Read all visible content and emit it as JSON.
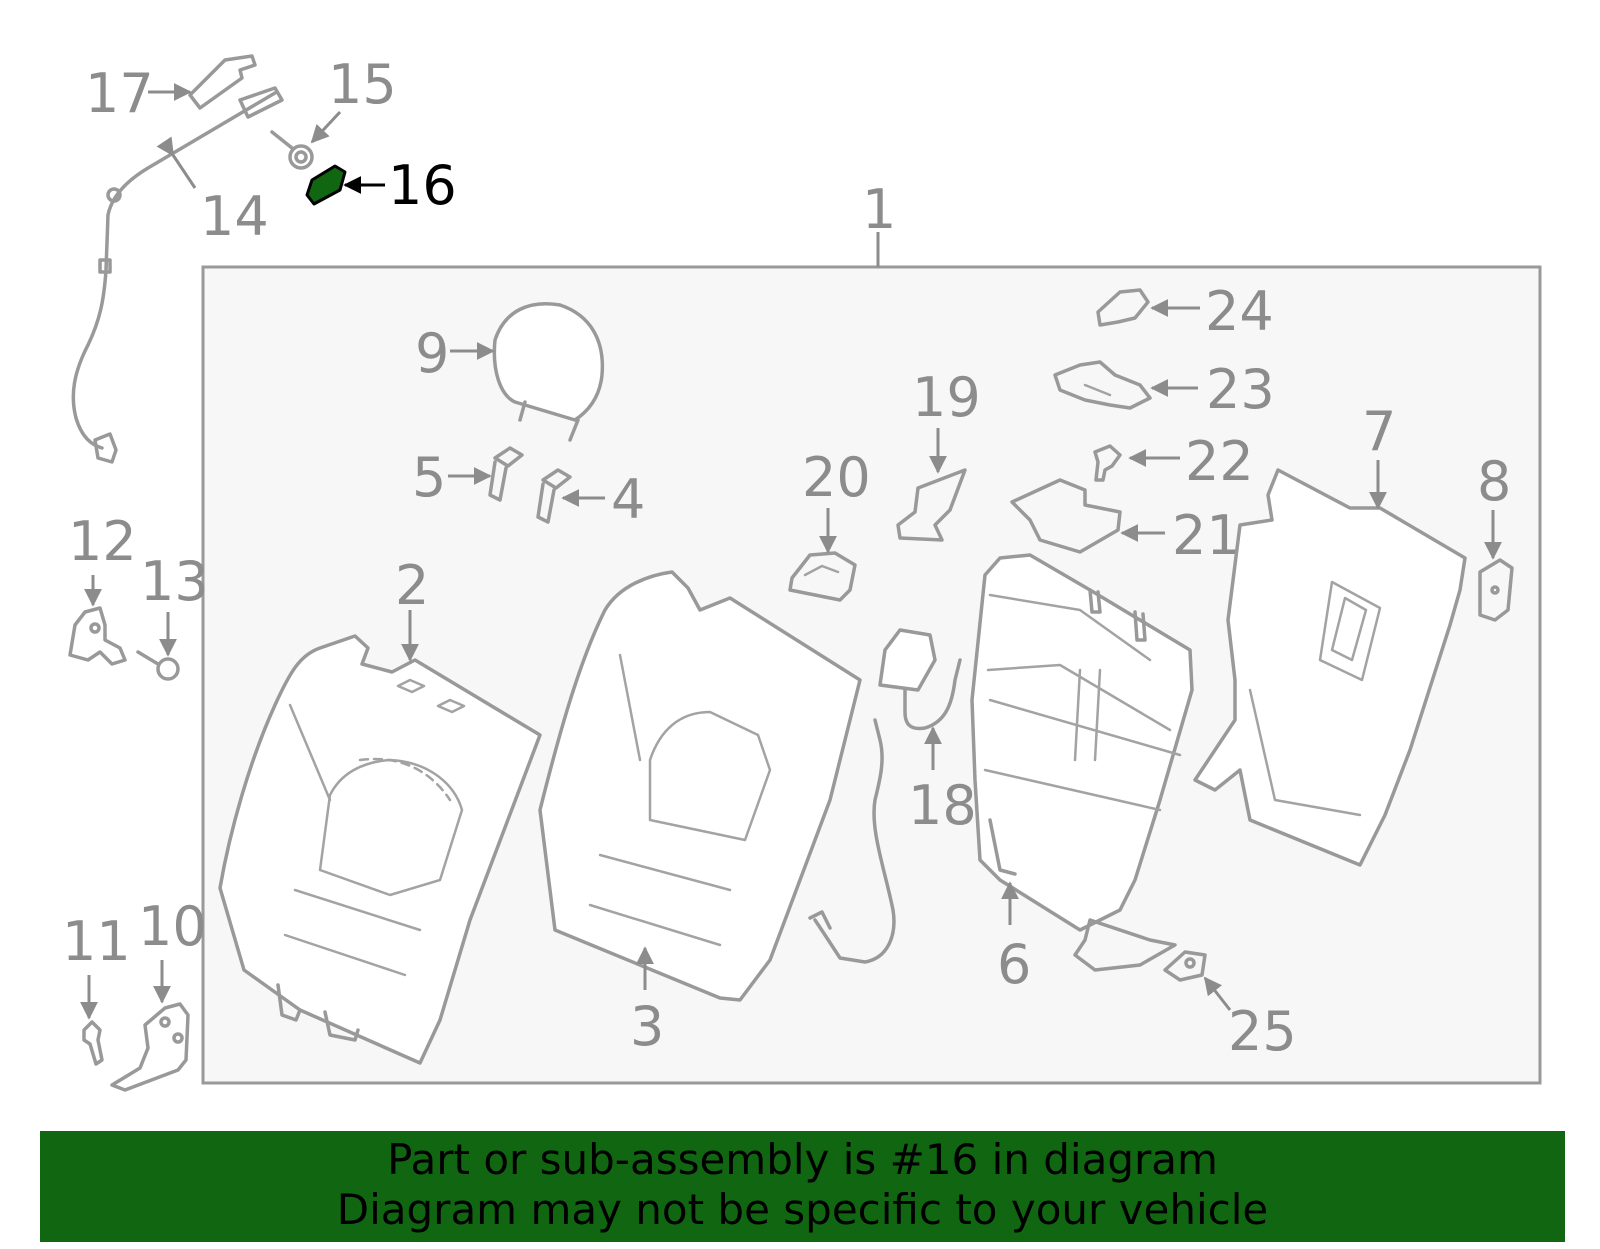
{
  "callouts": {
    "c1": "1",
    "c2": "2",
    "c3": "3",
    "c4": "4",
    "c5": "5",
    "c6": "6",
    "c7": "7",
    "c8": "8",
    "c9": "9",
    "c10": "10",
    "c11": "11",
    "c12": "12",
    "c13": "13",
    "c14": "14",
    "c15": "15",
    "c16": "16",
    "c17": "17",
    "c18": "18",
    "c19": "19",
    "c20": "20",
    "c21": "21",
    "c22": "22",
    "c23": "23",
    "c24": "24",
    "c25": "25"
  },
  "highlighted_part": "16",
  "colors": {
    "highlight": "#116611",
    "line": "#999999",
    "callout_text": "#8c8c8c",
    "box_fill": "#f7f7f7"
  },
  "footer": {
    "line1": "Part or sub-assembly is #16 in diagram",
    "line2": "Diagram may not be specific to your vehicle"
  }
}
